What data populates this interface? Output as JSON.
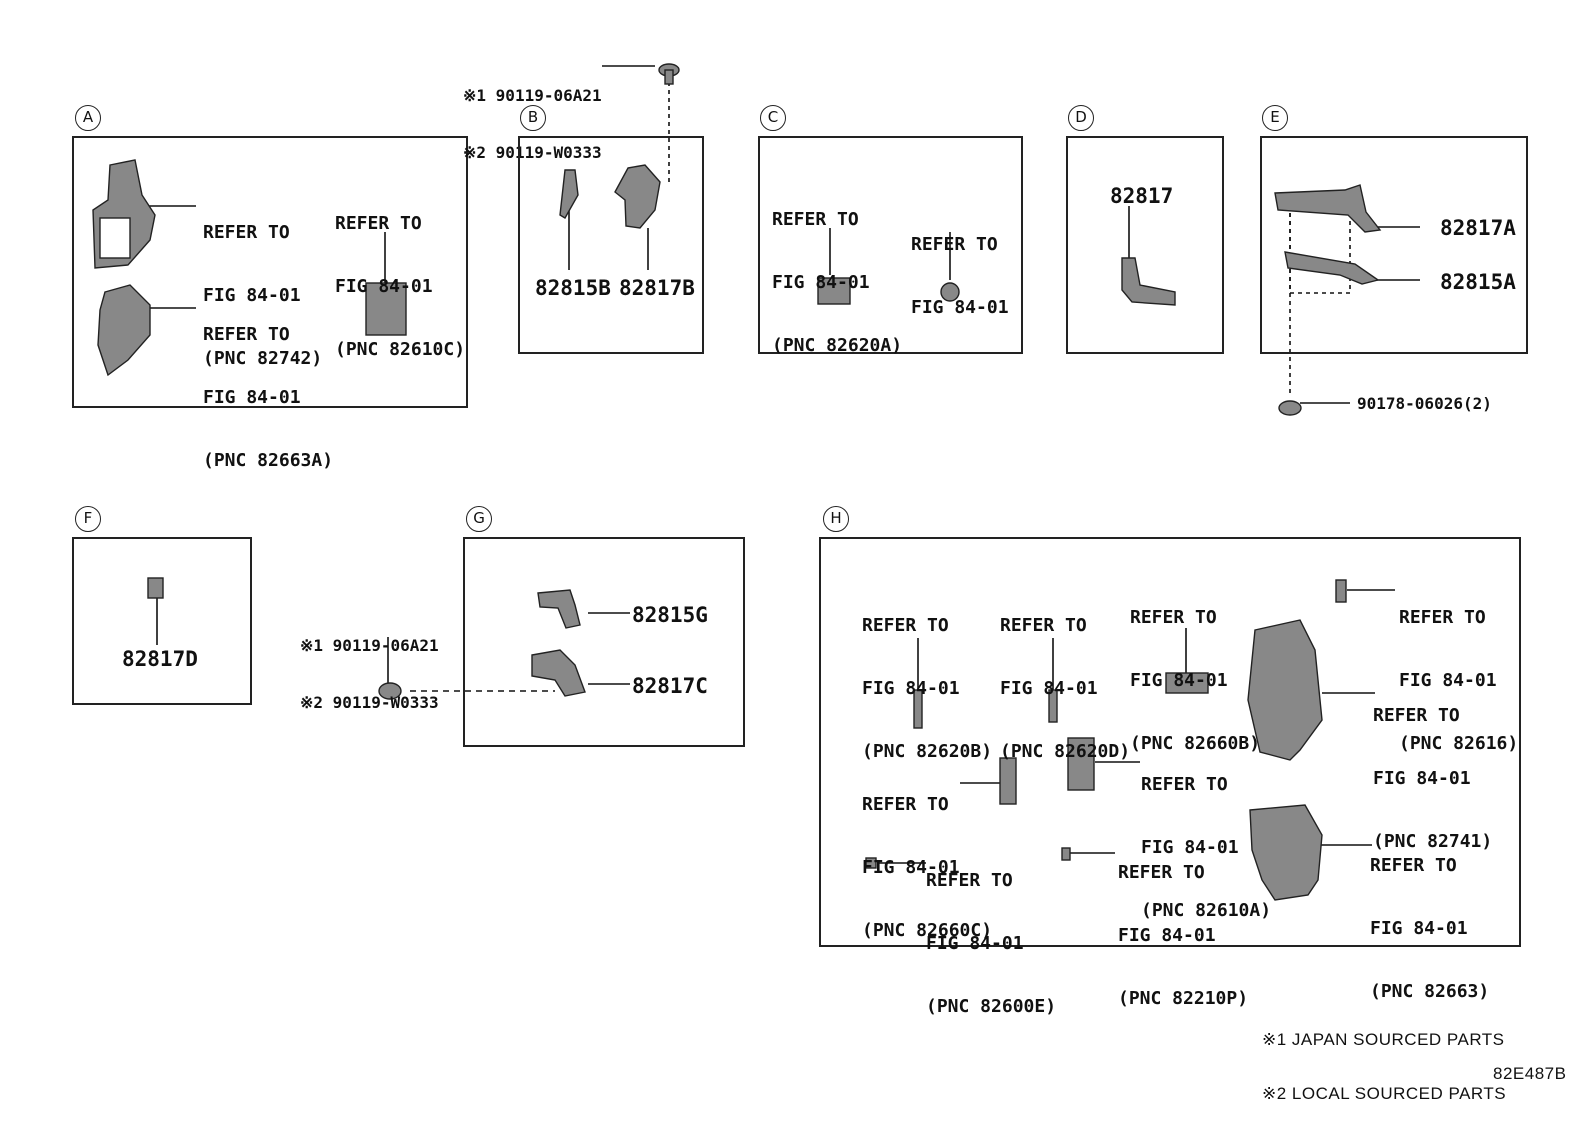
{
  "sections": {
    "A": {
      "label": "A",
      "ref1": {
        "l1": "REFER TO",
        "l2": "FIG 84-01",
        "l3": "(PNC 82742)"
      },
      "ref2": {
        "l1": "REFER TO",
        "l2": "FIG 84-01",
        "l3": "(PNC 82663A)"
      },
      "ref3": {
        "l1": "REFER TO",
        "l2": "FIG 84-01",
        "l3": "(PNC 82610C)"
      }
    },
    "B": {
      "label": "B",
      "part1": "82815B",
      "part2": "82817B",
      "bolt": {
        "l1": "※1 90119-06A21",
        "l2": "※2 90119-W0333"
      }
    },
    "C": {
      "label": "C",
      "ref1": {
        "l1": "REFER TO",
        "l2": "FIG 84-01",
        "l3": "(PNC 82620A)"
      },
      "ref2": {
        "l1": "REFER TO",
        "l2": "FIG 84-01"
      }
    },
    "D": {
      "label": "D",
      "part": "82817"
    },
    "E": {
      "label": "E",
      "part1": "82817A",
      "part2": "82815A",
      "clip": "90178-06026(2)"
    },
    "F": {
      "label": "F",
      "part": "82817D"
    },
    "G": {
      "label": "G",
      "part1": "82815G",
      "part2": "82817C",
      "bolt": {
        "l1": "※1 90119-06A21",
        "l2": "※2 90119-W0333"
      }
    },
    "H": {
      "label": "H",
      "r1": {
        "l1": "REFER TO",
        "l2": "FIG 84-01",
        "l3": "(PNC 82620B)"
      },
      "r2": {
        "l1": "REFER TO",
        "l2": "FIG 84-01",
        "l3": "(PNC 82620D)"
      },
      "r3": {
        "l1": "REFER TO",
        "l2": "FIG 84-01",
        "l3": "(PNC 82660B)"
      },
      "r4": {
        "l1": "REFER TO",
        "l2": "FIG 84-01",
        "l3": "(PNC 82616)"
      },
      "r5": {
        "l1": "REFER TO",
        "l2": "FIG 84-01",
        "l3": "(PNC 82741)"
      },
      "r6": {
        "l1": "REFER TO",
        "l2": "FIG 84-01",
        "l3": "(PNC 82660C)"
      },
      "r7": {
        "l1": "REFER TO",
        "l2": "FIG 84-01",
        "l3": "(PNC 82610A)"
      },
      "r8": {
        "l1": "REFER TO",
        "l2": "FIG 84-01",
        "l3": "(PNC 82600E)"
      },
      "r9": {
        "l1": "REFER TO",
        "l2": "FIG 84-01",
        "l3": "(PNC 82210P)"
      },
      "r10": {
        "l1": "REFER TO",
        "l2": "FIG 84-01",
        "l3": "(PNC 82663)"
      }
    }
  },
  "notes": {
    "n1": "※1 JAPAN SOURCED PARTS",
    "n2": "※2 LOCAL SOURCED PARTS"
  },
  "figure_code": "82E487B"
}
